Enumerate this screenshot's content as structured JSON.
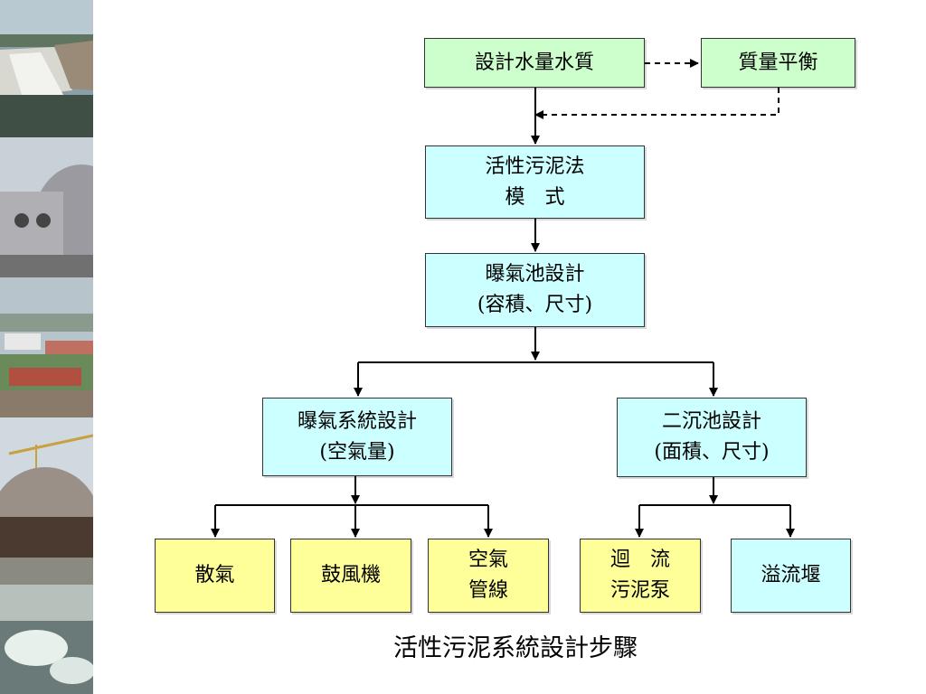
{
  "diagram": {
    "boxes": {
      "design_input": "設計水量水質",
      "mass_balance": "質量平衡",
      "activated_sludge_model": [
        "活性污泥法",
        "模　式"
      ],
      "aeration_tank": [
        "曝氣池設計",
        "(容積、尺寸)"
      ],
      "aeration_system": [
        "曝氣系統設計",
        "(空氣量)"
      ],
      "secondary_clarifier": [
        "二沉池設計",
        "(面積、尺寸)"
      ],
      "diffuser": "散氣",
      "blower": "鼓風機",
      "air_piping": [
        "空氣",
        "管線"
      ],
      "return_sludge_pump": [
        "迴　流",
        "污泥泵"
      ],
      "overflow_weir": "溢流堰"
    },
    "caption": "活性污泥系統設計步驟"
  },
  "colors": {
    "green_box": "#ccffcc",
    "cyan_box": "#ccffff",
    "yellow_box": "#ffff99",
    "connector": "#000000"
  },
  "photos": [
    "dam-spillway-photo",
    "treatment-plant-dome-photo",
    "plant-aerial-photo",
    "construction-crane-photo",
    "aeration-basin-photo"
  ]
}
